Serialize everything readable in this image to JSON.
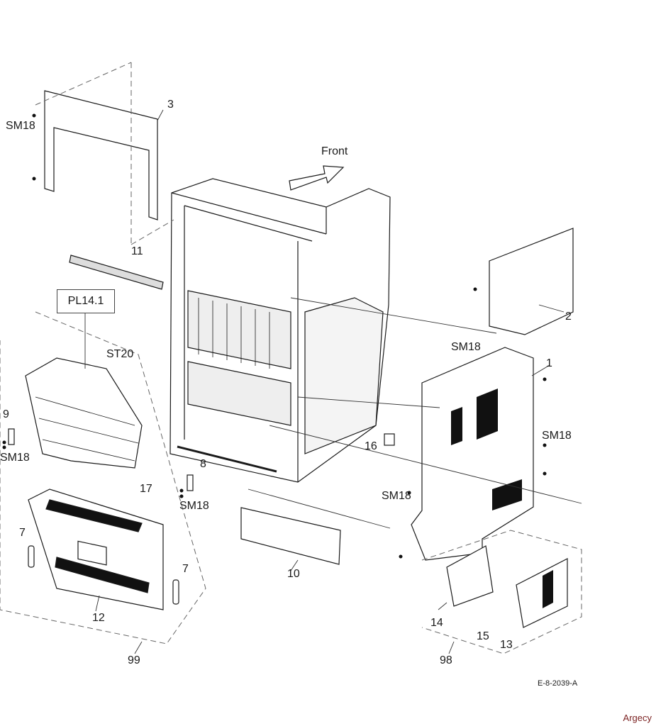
{
  "diagram": {
    "direction_label": "Front",
    "subassembly_ref": "PL14.1",
    "callouts": {
      "c3": "3",
      "c11": "11",
      "c2": "2",
      "c1": "1",
      "c9": "9",
      "c16": "16",
      "c8": "8",
      "c17": "17",
      "c7a": "7",
      "c7b": "7",
      "c10": "10",
      "c12": "12",
      "c99": "99",
      "c14": "14",
      "c15": "15",
      "c13": "13",
      "c98": "98",
      "st20": "ST20",
      "sm18": "SM18"
    },
    "figure_id": "E-8-2039-A"
  },
  "watermark": "Argecy",
  "colors": {
    "line": "#1a1a1a",
    "dash": "#666666",
    "brand": "#7a1f1f"
  }
}
